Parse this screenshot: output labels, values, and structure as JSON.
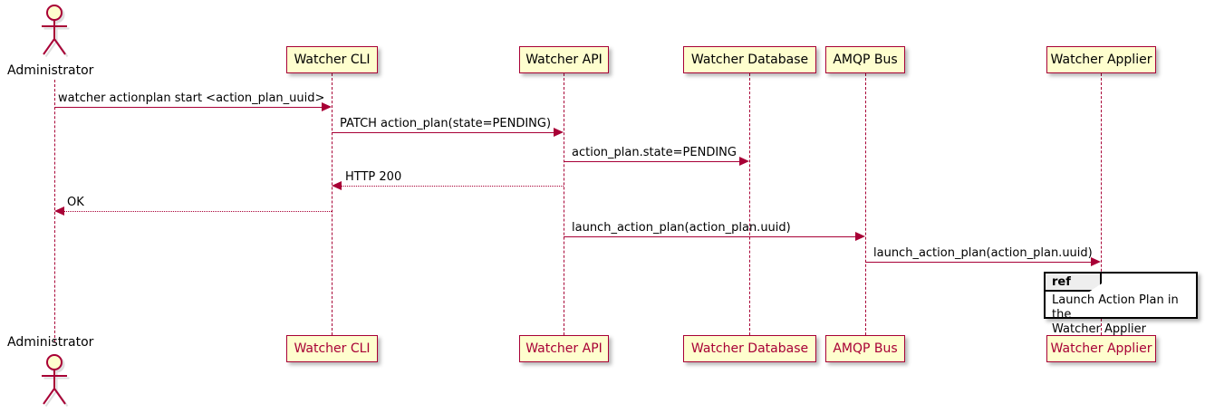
{
  "diagram": {
    "type": "sequence-diagram",
    "colors": {
      "participant_fill": "#FEFECE",
      "participant_border": "#A80036",
      "line": "#A80036",
      "top_label_text": "#000000",
      "bottom_label_text": "#A80036",
      "ref_border": "#000000",
      "ref_fill": "#FFFFFF",
      "ref_tab_fill": "#EEEEEE",
      "background": "#FFFFFF"
    }
  },
  "actor": {
    "name": "Administrator",
    "top_label": "Administrator",
    "bottom_label": "Administrator"
  },
  "participants": [
    {
      "id": "cli",
      "label": "Watcher CLI"
    },
    {
      "id": "api",
      "label": "Watcher API"
    },
    {
      "id": "db",
      "label": "Watcher Database"
    },
    {
      "id": "amqp",
      "label": "AMQP Bus"
    },
    {
      "id": "applier",
      "label": "Watcher Applier"
    }
  ],
  "messages": [
    {
      "index": 1,
      "from": "Administrator",
      "to": "Watcher CLI",
      "label": "watcher actionplan start <action_plan_uuid>",
      "style": "solid",
      "direction": "right"
    },
    {
      "index": 2,
      "from": "Watcher CLI",
      "to": "Watcher API",
      "label": "PATCH action_plan(state=PENDING)",
      "style": "solid",
      "direction": "right"
    },
    {
      "index": 3,
      "from": "Watcher API",
      "to": "Watcher Database",
      "label": "action_plan.state=PENDING",
      "style": "solid",
      "direction": "right"
    },
    {
      "index": 4,
      "from": "Watcher API",
      "to": "Watcher CLI",
      "label": "HTTP 200",
      "style": "dotted",
      "direction": "left"
    },
    {
      "index": 5,
      "from": "Watcher CLI",
      "to": "Administrator",
      "label": "OK",
      "style": "dotted",
      "direction": "left"
    },
    {
      "index": 6,
      "from": "Watcher API",
      "to": "AMQP Bus",
      "label": "launch_action_plan(action_plan.uuid)",
      "style": "solid",
      "direction": "right"
    },
    {
      "index": 7,
      "from": "AMQP Bus",
      "to": "Watcher Applier",
      "label": "launch_action_plan(action_plan.uuid)",
      "style": "solid",
      "direction": "right"
    }
  ],
  "fragments": [
    {
      "kind": "ref",
      "tab_label": "ref",
      "text_line_1": "Launch Action Plan in the",
      "text_line_2": "Watcher Applier"
    }
  ]
}
